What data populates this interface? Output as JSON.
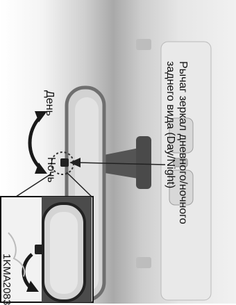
{
  "callout": {
    "line1": "Рычаг зеркал дневного/ночного",
    "line2": "заднего вида (Day/Night)"
  },
  "labels": {
    "day": "День",
    "night": "Ночь"
  },
  "figure_code": "1KMA2083"
}
